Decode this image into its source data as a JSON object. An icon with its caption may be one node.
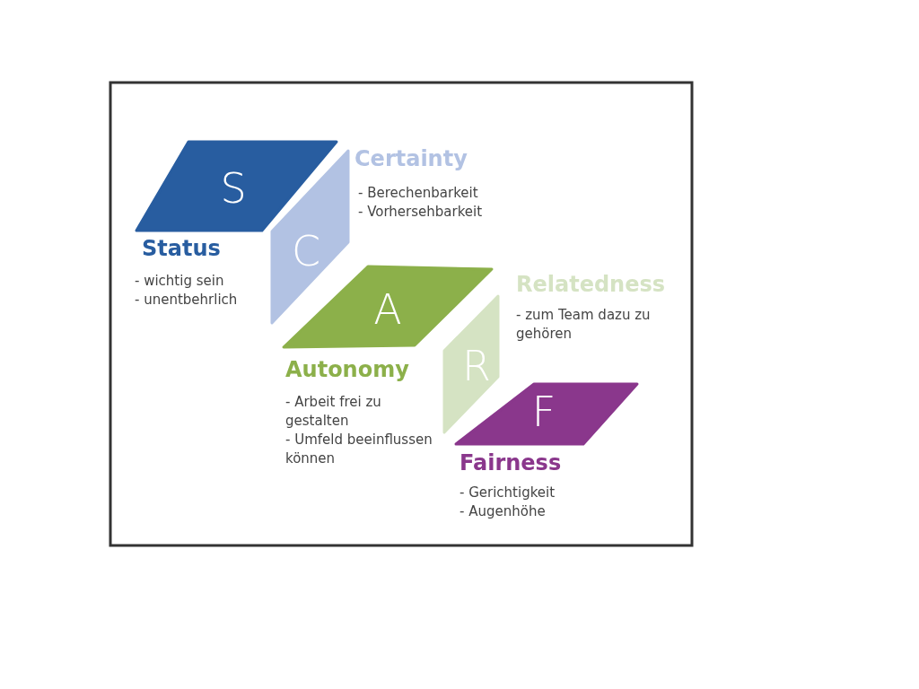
{
  "diagram": {
    "nodes": [
      {
        "text": [
          "S",
          "Status"
        ],
        "beside": [
          "- wichtig sein",
          "- unentbehrlich"
        ]
      },
      {
        "text": [
          "C",
          "Certainty"
        ],
        "beside": [
          "- Berechenbarkeit",
          "- Vorhersehbarkeit"
        ]
      },
      {
        "text": [
          "A",
          "Autonomy"
        ],
        "beside": [
          "- Arbeit frei zu gestalten",
          "- Umfeld beeinflussen können"
        ]
      },
      {
        "text": [
          "R",
          "Relatedness"
        ],
        "beside": [
          "- zum Team dazu zu gehören"
        ]
      },
      {
        "text": [
          "F",
          "Fairness"
        ],
        "beside": [
          "- Gerichtigkeit",
          "- Augenhöhe"
        ]
      }
    ]
  }
}
